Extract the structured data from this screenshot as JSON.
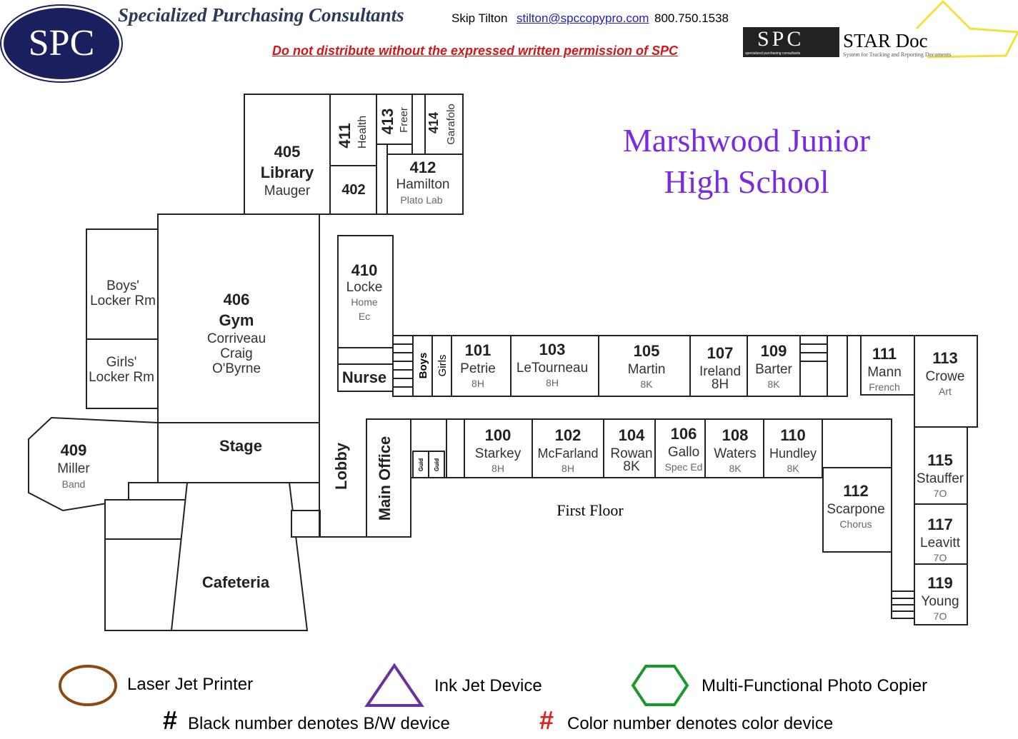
{
  "header": {
    "logo_text": "SPC",
    "company": "Specialized Purchasing Consultants",
    "contact_name": "Skip Tilton",
    "email": "stilton@spccopypro.com",
    "phone": "800.750.1538",
    "warning": "Do not distribute without the expressed written permission of SPC",
    "star_logo": {
      "left": "SPC",
      "right": "STAR Doc",
      "tagline": "System for Tracking and Reporting Documents",
      "left_small": "specialized purchasing consultants"
    }
  },
  "title": {
    "line1": "Marshwood Junior",
    "line2": "High School",
    "color": "#7a2be0"
  },
  "floor_label": "First Floor",
  "rooms": {
    "r405": {
      "num": "405",
      "name": "Library",
      "sub": "Mauger"
    },
    "r411": {
      "num": "411",
      "name": "Health"
    },
    "r413": {
      "num": "413",
      "name": "Freer"
    },
    "r414": {
      "num": "414",
      "name": "Garafolo"
    },
    "r402": {
      "num": "402"
    },
    "r412": {
      "num": "412",
      "name": "Hamilton",
      "sub": "Plato Lab"
    },
    "boys_locker": {
      "l1": "Boys'",
      "l2": "Locker Rm"
    },
    "girls_locker": {
      "l1": "Girls'",
      "l2": "Locker Rm"
    },
    "r406": {
      "num": "406",
      "name": "Gym",
      "s1": "Corriveau",
      "s2": "Craig",
      "s3": "O'Byrne"
    },
    "stage": {
      "name": "Stage"
    },
    "r409": {
      "num": "409",
      "name": "Miller",
      "sub": "Band"
    },
    "cafeteria": {
      "name": "Cafeteria"
    },
    "lobby": {
      "name": "Lobby"
    },
    "main_office": {
      "name": "Main Office"
    },
    "guid1": {
      "name": "Guid"
    },
    "guid2": {
      "name": "Guid"
    },
    "r410": {
      "num": "410",
      "name": "Locke",
      "s1": "Home",
      "s2": "Ec"
    },
    "nurse": {
      "name": "Nurse"
    },
    "boys": {
      "name": "Boys"
    },
    "girls": {
      "name": "Girls"
    },
    "r101": {
      "num": "101",
      "name": "Petrie",
      "sub": "8H"
    },
    "r103": {
      "num": "103",
      "name": "LeTourneau",
      "sub": "8H"
    },
    "r105": {
      "num": "105",
      "name": "Martin",
      "sub": "8K"
    },
    "r107": {
      "num": "107",
      "name": "Ireland",
      "sub": "8H"
    },
    "r109": {
      "num": "109",
      "name": "Barter",
      "sub": "8K"
    },
    "r111": {
      "num": "111",
      "name": "Mann",
      "sub": "French"
    },
    "r113": {
      "num": "113",
      "name": "Crowe",
      "sub": "Art"
    },
    "r100": {
      "num": "100",
      "name": "Starkey",
      "sub": "8H"
    },
    "r102": {
      "num": "102",
      "name": "McFarland",
      "sub": "8H"
    },
    "r104": {
      "num": "104",
      "name": "Rowan",
      "sub": "8K"
    },
    "r106": {
      "num": "106",
      "name": "Gallo",
      "sub": "Spec Ed"
    },
    "r108": {
      "num": "108",
      "name": "Waters",
      "sub": "8K"
    },
    "r110": {
      "num": "110",
      "name": "Hundley",
      "sub": "8K"
    },
    "r112": {
      "num": "112",
      "name": "Scarpone",
      "sub": "Chorus"
    },
    "r115": {
      "num": "115",
      "name": "Stauffer",
      "sub": "7O"
    },
    "r117": {
      "num": "117",
      "name": "Leavitt",
      "sub": "7O"
    },
    "r119": {
      "num": "119",
      "name": "Young",
      "sub": "7O"
    }
  },
  "legend": {
    "laser": {
      "label": "Laser Jet Printer",
      "color": "#8b4a14"
    },
    "inkjet": {
      "label": "Ink Jet Device",
      "color": "#6a2fa0"
    },
    "mfp": {
      "label": "Multi-Functional Photo Copier",
      "color": "#1a9a2a"
    },
    "bw_symbol": "#",
    "bw_label": "Black number denotes B/W device",
    "color_symbol": "#",
    "color_label": "Color number denotes color device",
    "color_symbol_color": "#e02020"
  }
}
